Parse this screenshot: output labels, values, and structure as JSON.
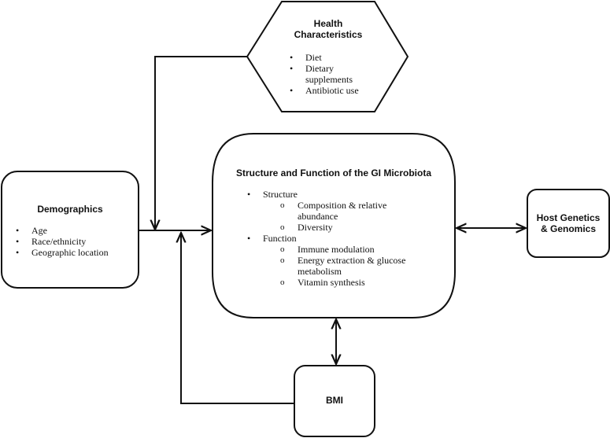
{
  "health": {
    "title_line1": "Health",
    "title_line2": "Characteristics",
    "items": [
      "Diet",
      "Dietary supplements",
      "Antibiotic use"
    ]
  },
  "demographics": {
    "title": "Demographics",
    "items": [
      "Age",
      "Race/ethnicity",
      "Geographic location"
    ]
  },
  "microbiota": {
    "title": "Structure and Function of the GI Microbiota",
    "structure_label": "Structure",
    "structure_items": [
      "Composition & relative abundance",
      "Diversity"
    ],
    "function_label": "Function",
    "function_items": [
      "Immune modulation",
      "Energy extraction & glucose metabolism",
      "Vitamin synthesis"
    ]
  },
  "host": {
    "title_line1": "Host Genetics",
    "title_line2": "& Genomics"
  },
  "bmi": {
    "title": "BMI"
  }
}
